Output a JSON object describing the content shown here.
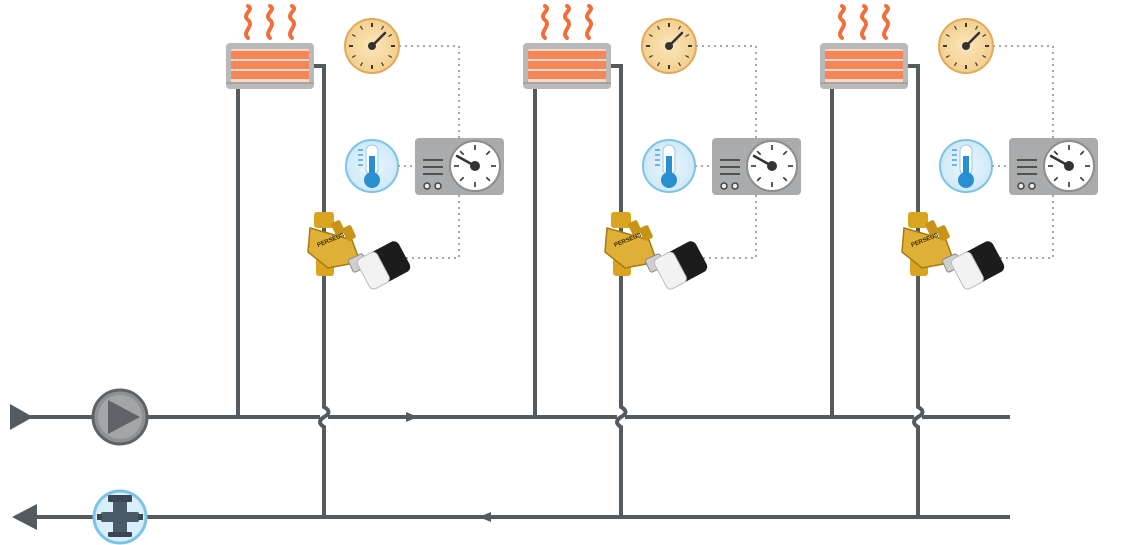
{
  "diagram": {
    "type": "hydronic-heating-schematic",
    "circuit_count": 3,
    "supply_flow_direction": "right",
    "return_flow_direction": "left",
    "valve_label": "PERSEUS",
    "colors": {
      "pipe": "#555a5e",
      "pipe_fade": "#e4e5e6",
      "emitter_stripes": "#f3875a",
      "emitter_body": "#b9b9b9",
      "heat_waves": "#f0703c",
      "gauge_face": "#f6d69a",
      "gauge_ring": "#e3a95a",
      "sensor_bg": "#d7eefb",
      "sensor_ring": "#7cc3e6",
      "thermometer_fluid": "#2a8fd0",
      "controller_body": "#a9abad",
      "valve_brass": "#d9a521",
      "actuator_black": "#1c1c1c",
      "pump_gray": "#8e9194",
      "signal_line": "#a8a8a8"
    },
    "icons": {
      "supply_inlet": "arrow-right-icon",
      "return_outlet": "arrow-left-icon",
      "pump": "circulation-pump-icon",
      "balancing_valve": "static-balancing-valve-icon",
      "emitter": "heat-emitter-icon",
      "heat": "heat-waves-icon",
      "gauge": "temperature-gauge-icon",
      "sensor": "thermometer-icon",
      "controller": "controller-dial-icon",
      "control_valve": "control-valve-actuator-icon"
    },
    "circuits": [
      {
        "id": "circuit-1"
      },
      {
        "id": "circuit-2"
      },
      {
        "id": "circuit-3"
      }
    ]
  }
}
